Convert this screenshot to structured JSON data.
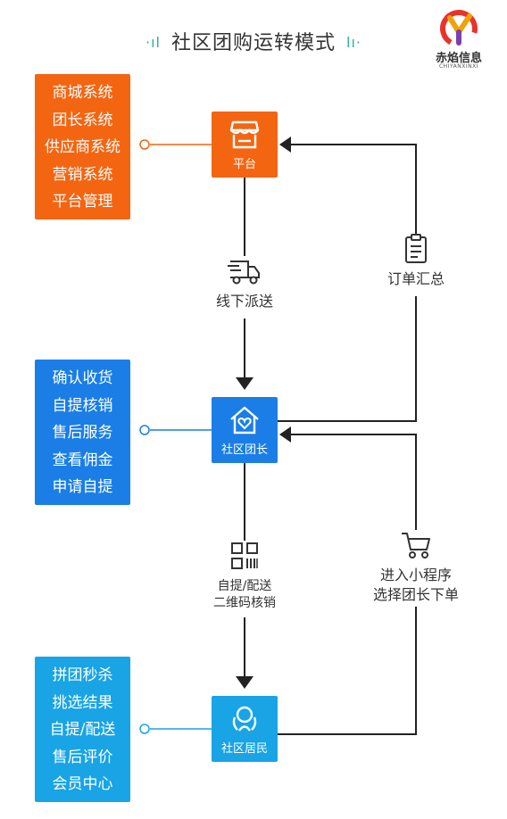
{
  "title": "社区团购运转模式",
  "logo": {
    "cn": "赤焰信息",
    "en": "CHIYANXINXI"
  },
  "platform_panel": [
    "商城系统",
    "团长系统",
    "供应商系统",
    "营销系统",
    "平台管理"
  ],
  "leader_panel": [
    "确认收货",
    "自提核销",
    "售后服务",
    "查看佣金",
    "申请自提"
  ],
  "resident_panel": [
    "拼团秒杀",
    "挑选结果",
    "自提/配送",
    "售后评价",
    "会员中心"
  ],
  "nodes": {
    "platform": "平台",
    "leader": "社区团长",
    "resident": "社区居民"
  },
  "flows": {
    "delivery": "线下派送",
    "order_summary": "订单汇总",
    "pickup_line1": "自提/配送",
    "pickup_line2": "二维码核销",
    "miniprogram_line1": "进入小程序",
    "miniprogram_line2": "选择团长下单"
  },
  "colors": {
    "orange": "#f46512",
    "blue": "#1a7ee6",
    "lightblue": "#18a4e5",
    "teal": "#2bb0a3"
  }
}
